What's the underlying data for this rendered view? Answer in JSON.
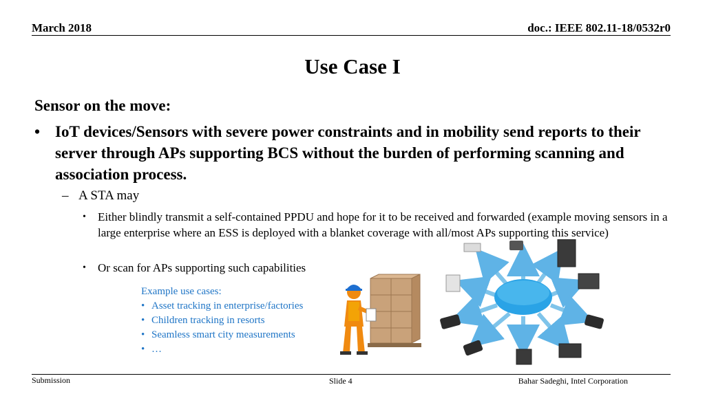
{
  "header": {
    "date": "March 2018",
    "doc_id": "doc.: IEEE 802.11-18/0532r0"
  },
  "title": "Use Case I",
  "subheading": "Sensor on the move:",
  "bullet_main": "IoT devices/Sensors with severe power constraints and in mobility send reports to their server through APs supporting BCS without the burden of performing scanning and association process.",
  "sub_bullet": "A STA may",
  "sub_sub_bullets": [
    "Either blindly transmit a self-contained PPDU and hope for it to be received and forwarded (example moving sensors in a large enterprise where an ESS is deployed with a blanket coverage with all/most APs supporting this service)",
    "Or scan for APs supporting such capabilities"
  ],
  "examples": {
    "title": "Example use cases:",
    "items": [
      "Asset tracking in enterprise/factories",
      "Children tracking in resorts",
      "Seamless smart city measurements",
      "…"
    ]
  },
  "footer": {
    "left": "Submission",
    "center": "Slide 4",
    "right": "Bahar Sadeghi, Intel Corporation"
  },
  "colors": {
    "example_text": "#1f75c6",
    "hub": "#2aa3e6",
    "arrow": "#7fc4ea"
  },
  "icons": [
    "worker-with-boxes-icon",
    "network-hub-icon"
  ]
}
